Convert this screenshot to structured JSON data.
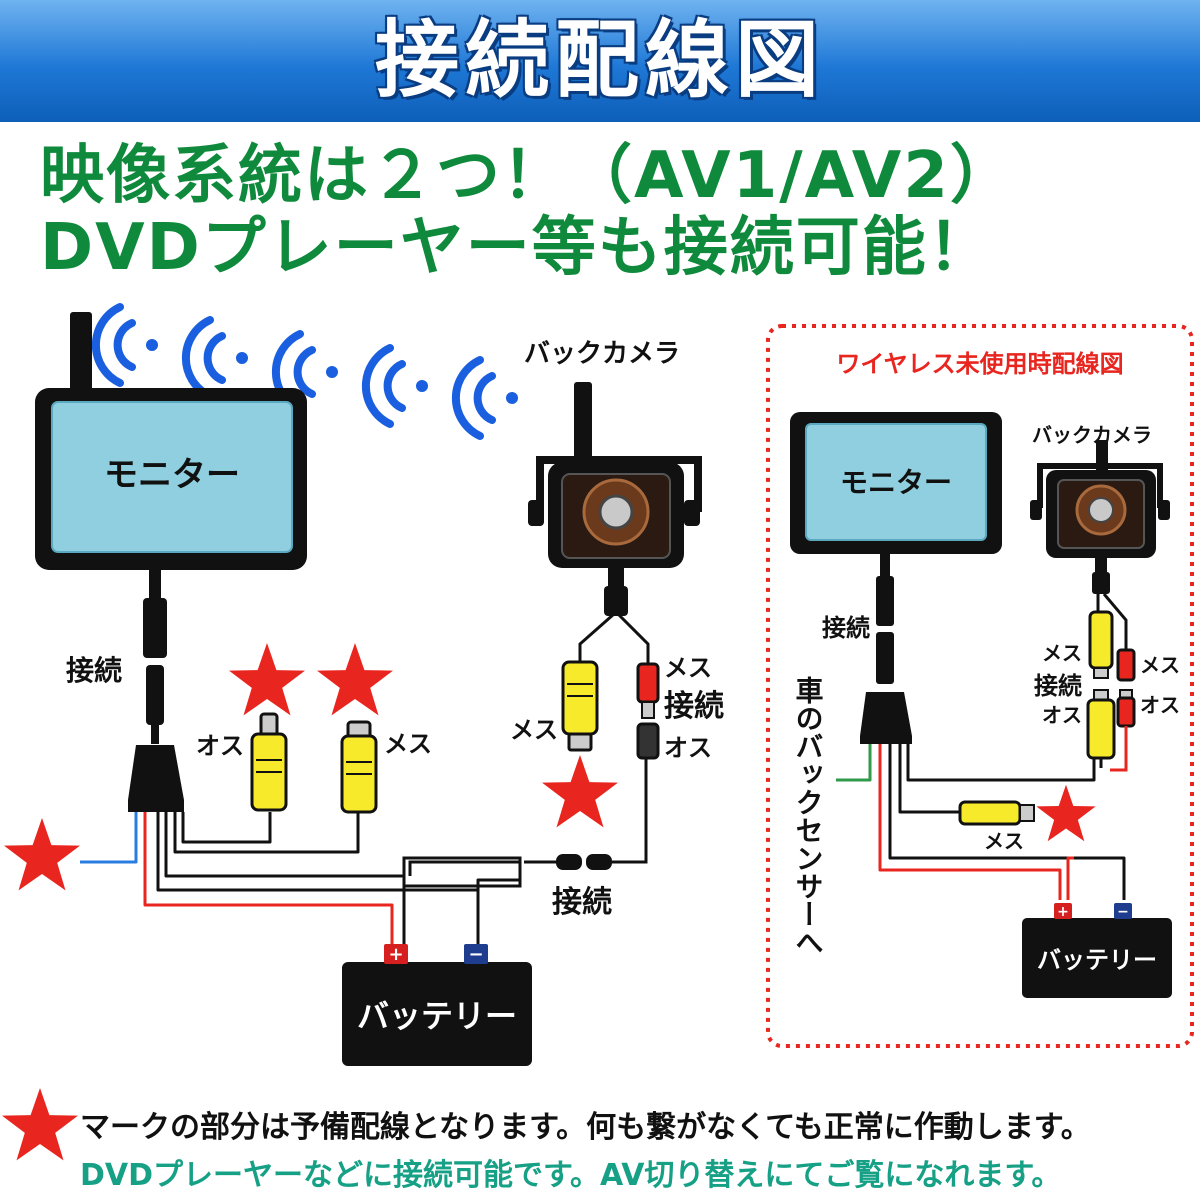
{
  "header": {
    "title": "接続配線図"
  },
  "headline": {
    "line1": "映像系統は２つ！（AV1/AV2）",
    "line2": "DVDプレーヤー等も接続可能！"
  },
  "main_diagram": {
    "monitor_label": "モニター",
    "camera_label": "バックカメラ",
    "connect_label_left": "接続",
    "connect_label_camera": "接続",
    "connect_label_bottom": "接続",
    "male_label_left": "オス",
    "female_label_left": "メス",
    "female_label_camera_yellow": "メス",
    "female_label_camera_red": "メス",
    "male_label_camera": "オス",
    "battery_label": "バッテリー",
    "plus_symbol": "+",
    "minus_symbol": "−"
  },
  "inset_diagram": {
    "title": "ワイヤレス未使用時配線図",
    "monitor_label": "モニター",
    "camera_label": "バックカメラ",
    "connect_label": "接続",
    "female_label_yellow": "メス",
    "female_label_red": "メス",
    "connect_label_mid": "接続",
    "male_label_yellow": "オス",
    "male_label_red": "オス",
    "female_label_bottom": "メス",
    "sensor_label": "車のバックセンサーへ",
    "battery_label": "バッテリー",
    "plus_symbol": "+",
    "minus_symbol": "−"
  },
  "notes": {
    "note1": "マークの部分は予備配線となります。何も繋がなくても正常に作動します。",
    "note2": "DVDプレーヤーなどに接続可能です。AV切り替えにてご覧になれます。"
  },
  "colors": {
    "banner_blue": "#1f78d6",
    "headline_green": "#0f8a3c",
    "star_red": "#e8261f",
    "wave_blue": "#1a5fe0",
    "screen_blue": "#8fcfe0",
    "rca_yellow": "#f6ea2a",
    "rca_red": "#e8261f",
    "wire_red": "#e8261f",
    "wire_blue": "#2a7de0",
    "wire_green": "#2e9a4a",
    "inset_border_red": "#e8261f",
    "note2_teal": "#16a085"
  },
  "icons": [
    "wireless-wave-icon",
    "star-icon",
    "rca-plug-icon",
    "camera-lens-icon"
  ]
}
